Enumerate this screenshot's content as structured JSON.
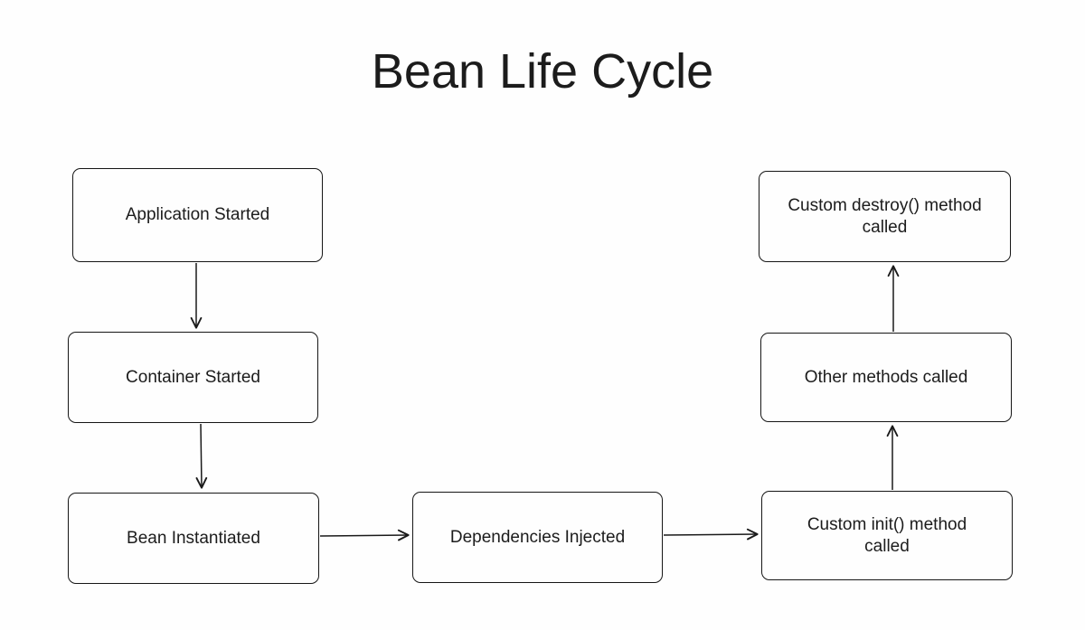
{
  "page": {
    "title": "Bean Life Cycle"
  },
  "diagram": {
    "nodes": [
      {
        "id": "application-started",
        "label": "Application Started"
      },
      {
        "id": "container-started",
        "label": "Container Started"
      },
      {
        "id": "bean-instantiated",
        "label": "Bean Instantiated"
      },
      {
        "id": "dependencies-injected",
        "label": "Dependencies Injected"
      },
      {
        "id": "custom-init-method-called",
        "label": "Custom init() method called"
      },
      {
        "id": "other-methods-called",
        "label": "Other methods called"
      },
      {
        "id": "custom-destroy-method-called",
        "label": "Custom destroy() method called"
      }
    ],
    "edges": [
      {
        "from": "application-started",
        "to": "container-started",
        "direction": "down"
      },
      {
        "from": "container-started",
        "to": "bean-instantiated",
        "direction": "down"
      },
      {
        "from": "bean-instantiated",
        "to": "dependencies-injected",
        "direction": "right"
      },
      {
        "from": "dependencies-injected",
        "to": "custom-init-method-called",
        "direction": "right"
      },
      {
        "from": "custom-init-method-called",
        "to": "other-methods-called",
        "direction": "up"
      },
      {
        "from": "other-methods-called",
        "to": "custom-destroy-method-called",
        "direction": "up"
      }
    ]
  },
  "colors": {
    "background": "#ffffff",
    "node_border": "#161616",
    "text": "#1c1c1c",
    "arrow": "#1a1a1a"
  }
}
